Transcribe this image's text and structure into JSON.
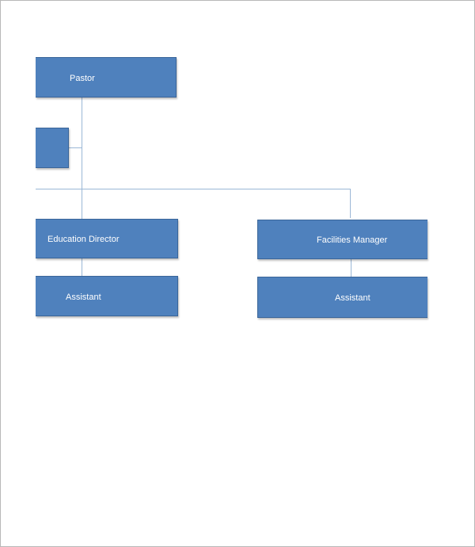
{
  "org_chart": {
    "nodes": {
      "pastor": "Pastor",
      "unnamed_box": "",
      "education_director": "Education Director",
      "education_assistant": "Assistant",
      "facilities_manager": "Facilities Manager",
      "facilities_assistant": "Assistant"
    }
  },
  "colors": {
    "box_fill": "#4f81bd",
    "box_border": "#3a6599",
    "connector": "#9bb7d6",
    "label_text": "#ffffff"
  }
}
